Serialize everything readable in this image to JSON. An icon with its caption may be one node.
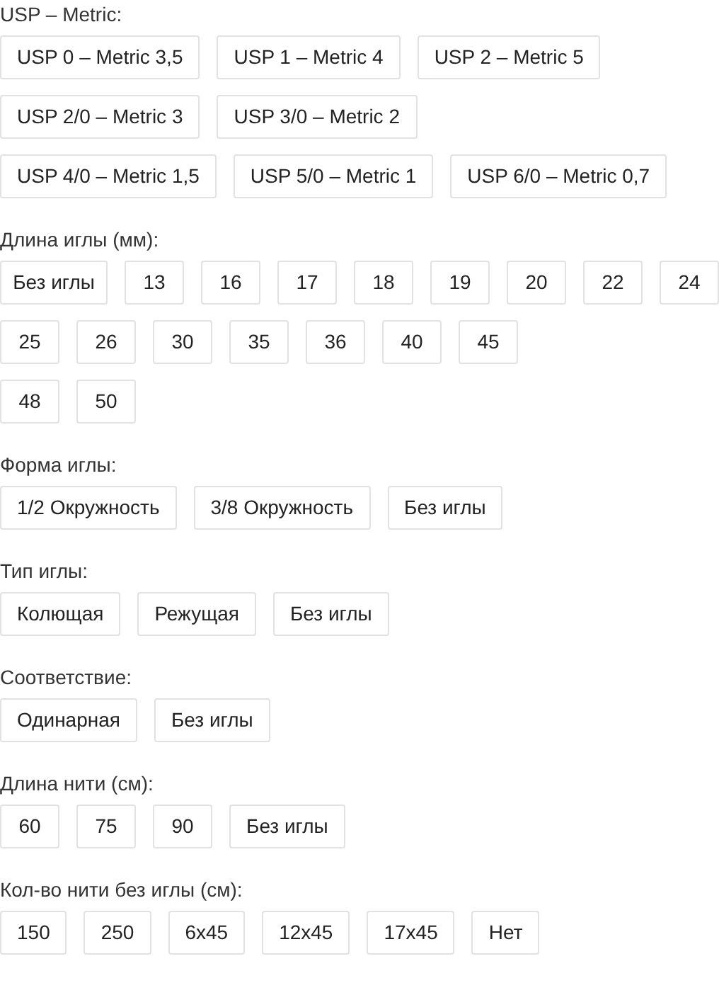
{
  "diagram": {
    "nodes": [
      {
        "text": [
          "USP – Metric:"
        ]
      },
      {
        "text": [
          "USP 0 – Metric 3,5"
        ],
        "in": 0
      },
      {
        "text": [
          "USP 1 – Metric 4"
        ],
        "in": 0
      },
      {
        "text": [
          "USP 2 – Metric 5"
        ],
        "in": 0
      },
      {
        "text": [
          "USP 2/0 – Metric 3"
        ],
        "in": 0
      },
      {
        "text": [
          "USP 3/0 – Metric 2"
        ],
        "in": 0
      },
      {
        "text": [
          "USP 4/0 – Metric 1,5"
        ],
        "in": 0
      },
      {
        "text": [
          "USP 5/0 – Metric 1"
        ],
        "in": 0
      },
      {
        "text": [
          "USP 6/0 – Metric 0,7"
        ],
        "in": 0
      },
      {
        "text": [
          "Длина иглы (мм):"
        ]
      },
      {
        "text": [
          "Без иглы"
        ],
        "in": 9
      },
      {
        "text": [
          "13"
        ],
        "in": 9
      },
      {
        "text": [
          "16"
        ],
        "in": 9
      },
      {
        "text": [
          "17"
        ],
        "in": 9
      },
      {
        "text": [
          "18"
        ],
        "in": 9
      },
      {
        "text": [
          "19"
        ],
        "in": 9
      },
      {
        "text": [
          "20"
        ],
        "in": 9
      },
      {
        "text": [
          "22"
        ],
        "in": 9
      },
      {
        "text": [
          "24"
        ],
        "in": 9
      },
      {
        "text": [
          "25"
        ],
        "in": 9
      },
      {
        "text": [
          "26"
        ],
        "in": 9
      },
      {
        "text": [
          "30"
        ],
        "in": 9
      },
      {
        "text": [
          "35"
        ],
        "in": 9
      },
      {
        "text": [
          "36"
        ],
        "in": 9
      },
      {
        "text": [
          "40"
        ],
        "in": 9
      },
      {
        "text": [
          "45"
        ],
        "in": 9
      },
      {
        "text": [
          "48"
        ],
        "in": 9
      },
      {
        "text": [
          "50"
        ],
        "in": 9
      },
      {
        "text": [
          "Форма иглы:"
        ]
      },
      {
        "text": [
          "1/2 Окружность"
        ],
        "in": 28
      },
      {
        "text": [
          "3/8 Окружность"
        ],
        "in": 28
      },
      {
        "text": [
          "Без иглы"
        ],
        "in": 28
      },
      {
        "text": [
          "Тип иглы:"
        ]
      },
      {
        "text": [
          "Колющая"
        ],
        "in": 32
      },
      {
        "text": [
          "Режущая"
        ],
        "in": 32
      },
      {
        "text": [
          "Без иглы"
        ],
        "in": 32
      },
      {
        "text": [
          "Соответствие:"
        ]
      },
      {
        "text": [
          "Одинарная"
        ],
        "in": 36
      },
      {
        "text": [
          "Без иглы"
        ],
        "in": 36
      },
      {
        "text": [
          "Длина нити (см):"
        ]
      },
      {
        "text": [
          "60"
        ],
        "in": 39
      },
      {
        "text": [
          "75"
        ],
        "in": 39
      },
      {
        "text": [
          "90"
        ],
        "in": 39
      },
      {
        "text": [
          "Без иглы"
        ],
        "in": 39
      },
      {
        "text": [
          "Кол-во нити без иглы (см):"
        ]
      },
      {
        "text": [
          "150"
        ],
        "in": 44
      },
      {
        "text": [
          "250"
        ],
        "in": 44
      },
      {
        "text": [
          "6x45"
        ],
        "in": 44
      },
      {
        "text": [
          "12x45"
        ],
        "in": 44
      },
      {
        "text": [
          "17x45"
        ],
        "in": 44
      },
      {
        "text": [
          "Нет"
        ],
        "in": 44
      }
    ],
    "edges": []
  }
}
